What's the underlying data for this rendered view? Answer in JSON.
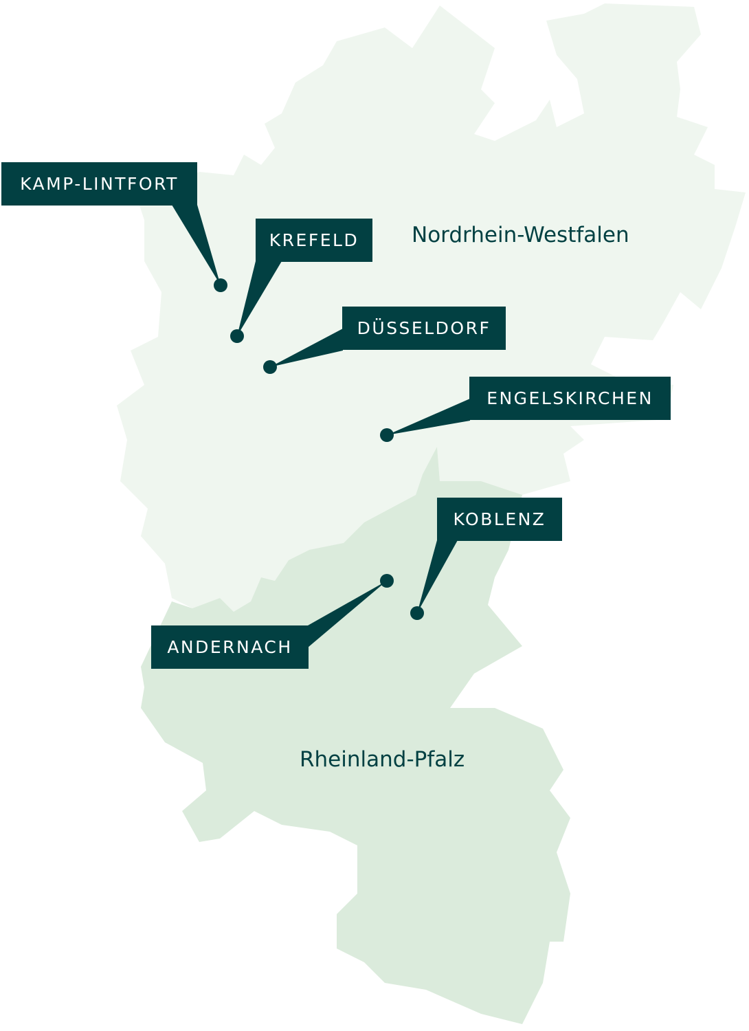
{
  "colors": {
    "nrw": "#eff6ef",
    "rlp": "#dbebdc",
    "marker": "#024042"
  },
  "regions": {
    "nrw": "Nordrhein-Westfalen",
    "rlp": "Rheinland-Pfalz"
  },
  "cities": [
    {
      "name": "KAMP-LINTFORT"
    },
    {
      "name": "KREFELD"
    },
    {
      "name": "DÜSSELDORF"
    },
    {
      "name": "ENGELSKIRCHEN"
    },
    {
      "name": "KOBLENZ"
    },
    {
      "name": "ANDERNACH"
    }
  ]
}
